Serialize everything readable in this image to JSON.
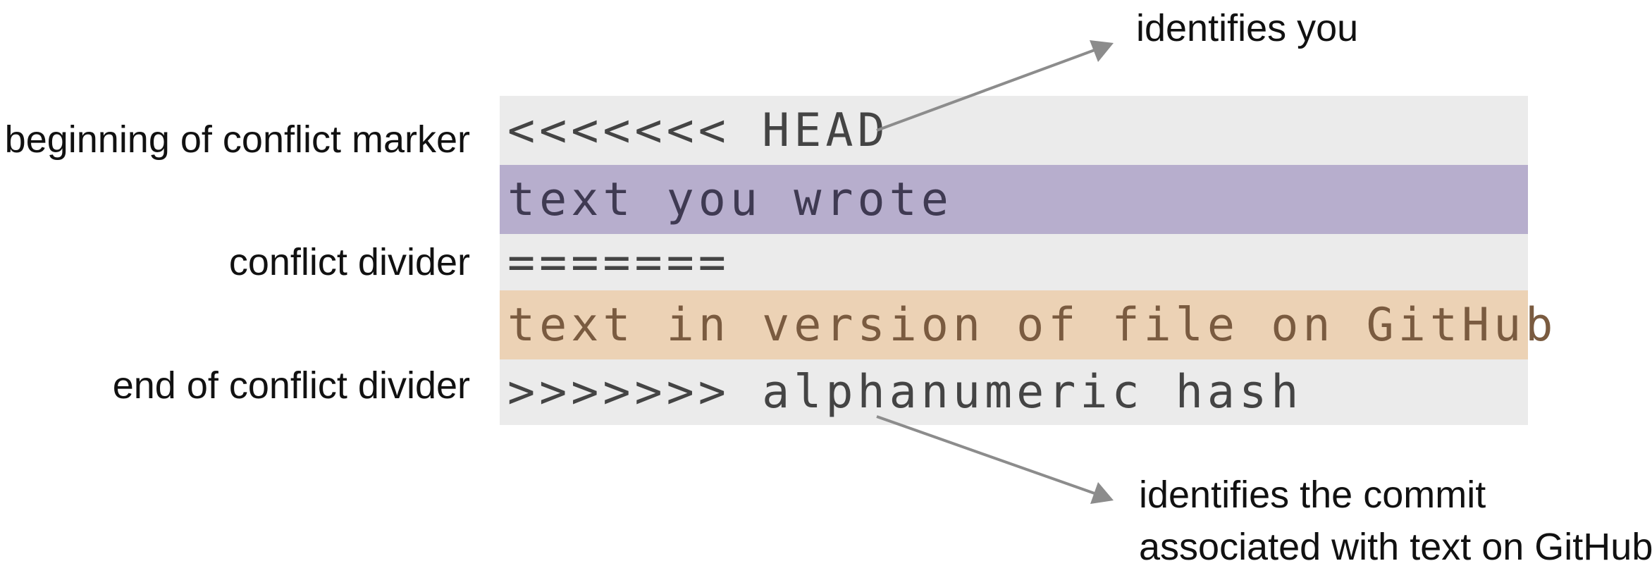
{
  "left_labels": {
    "begin": "beginning of conflict marker",
    "divider": "conflict divider",
    "end": "end of conflict divider"
  },
  "code_lines": {
    "head": "<<<<<<< HEAD",
    "yours": "text you wrote",
    "divider": "=======",
    "theirs": "text in version of file on GitHub",
    "end": ">>>>>>> alphanumeric hash"
  },
  "notes": {
    "top": "identifies you",
    "bottom_line1": "identifies the commit",
    "bottom_line2": "associated with text on GitHub"
  },
  "colors": {
    "block_background": "#ebebeb",
    "yours_highlight": "#b7aecd",
    "theirs_highlight": "#ecd2b5",
    "arrow": "#8c8c8c"
  }
}
